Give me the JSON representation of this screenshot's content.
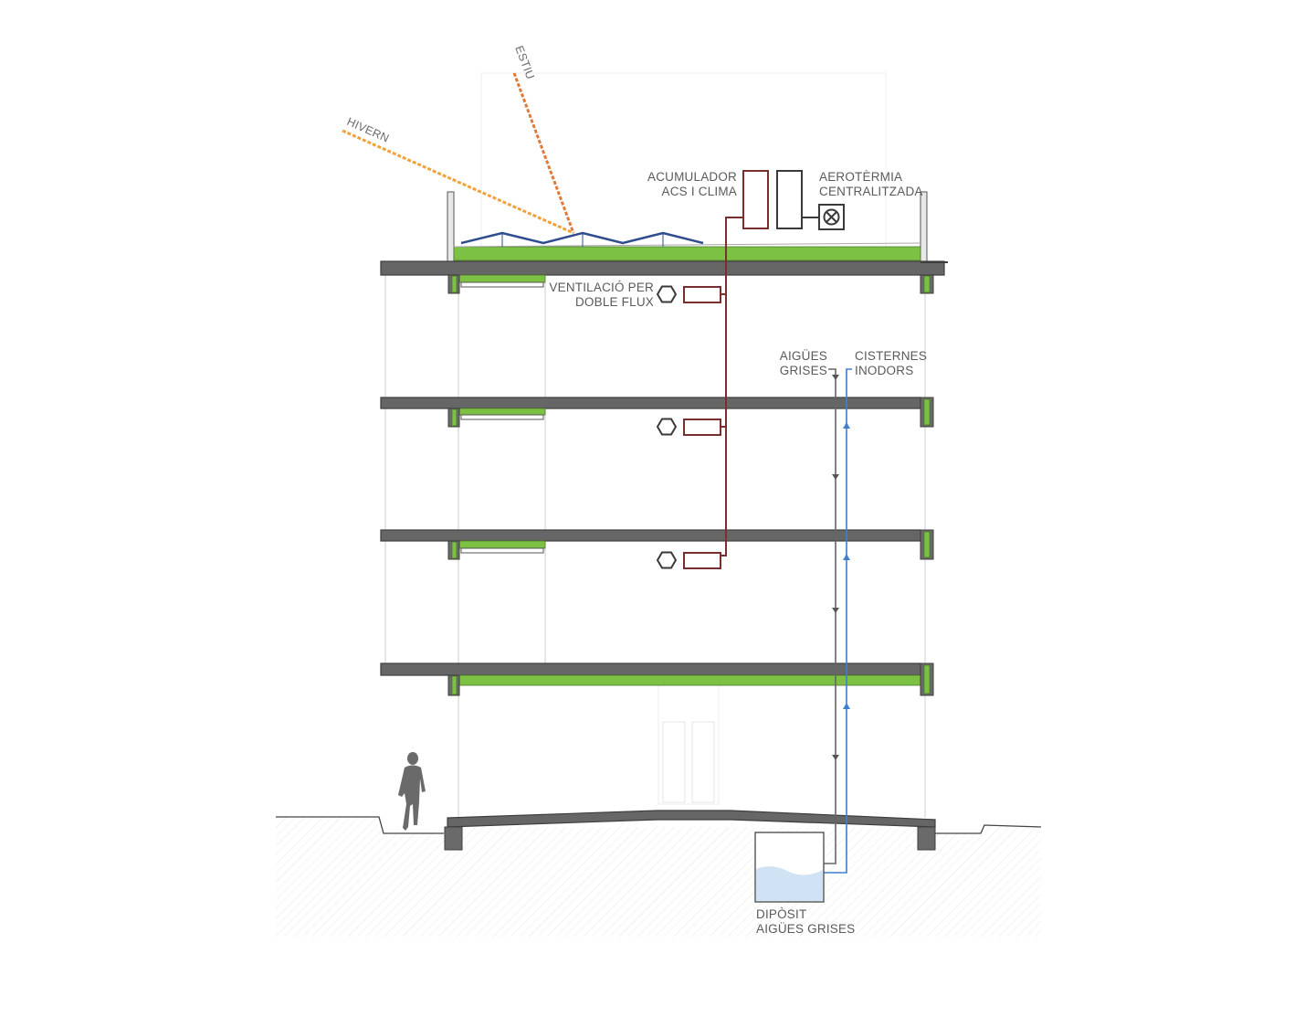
{
  "labels": {
    "estiu": "ESTIU",
    "hivern": "HIVERN",
    "acumulador_1": "ACUMULADOR",
    "acumulador_2": "ACS I CLIMA",
    "aerotermia_1": "AEROTÈRMIA",
    "aerotermia_2": "CENTRALITZADA",
    "ventilacio_1": "VENTILACIÓ PER",
    "ventilacio_2": "DOBLE FLUX",
    "aigues_1": "AIGÜES",
    "aigues_2": "GRISES",
    "cisternes_1": "CISTERNES",
    "cisternes_2": "INODORS",
    "diposit_1": "DIPÒSIT",
    "diposit_2": "AIGÜES GRISES"
  },
  "colors": {
    "summer_sun": "#e07a3a",
    "winter_sun": "#f0a23c",
    "hvac_pipe": "#7a2e2e",
    "grey_water": "#666666",
    "clean_water": "#3f7fd0",
    "insulation": "#7cc143",
    "solar_panel": "#2f4c8f",
    "water_fill": "#cfe3f5"
  },
  "icons": [
    "hexagon-fan-icon",
    "aerothermal-fan-icon",
    "person-silhouette-icon"
  ]
}
